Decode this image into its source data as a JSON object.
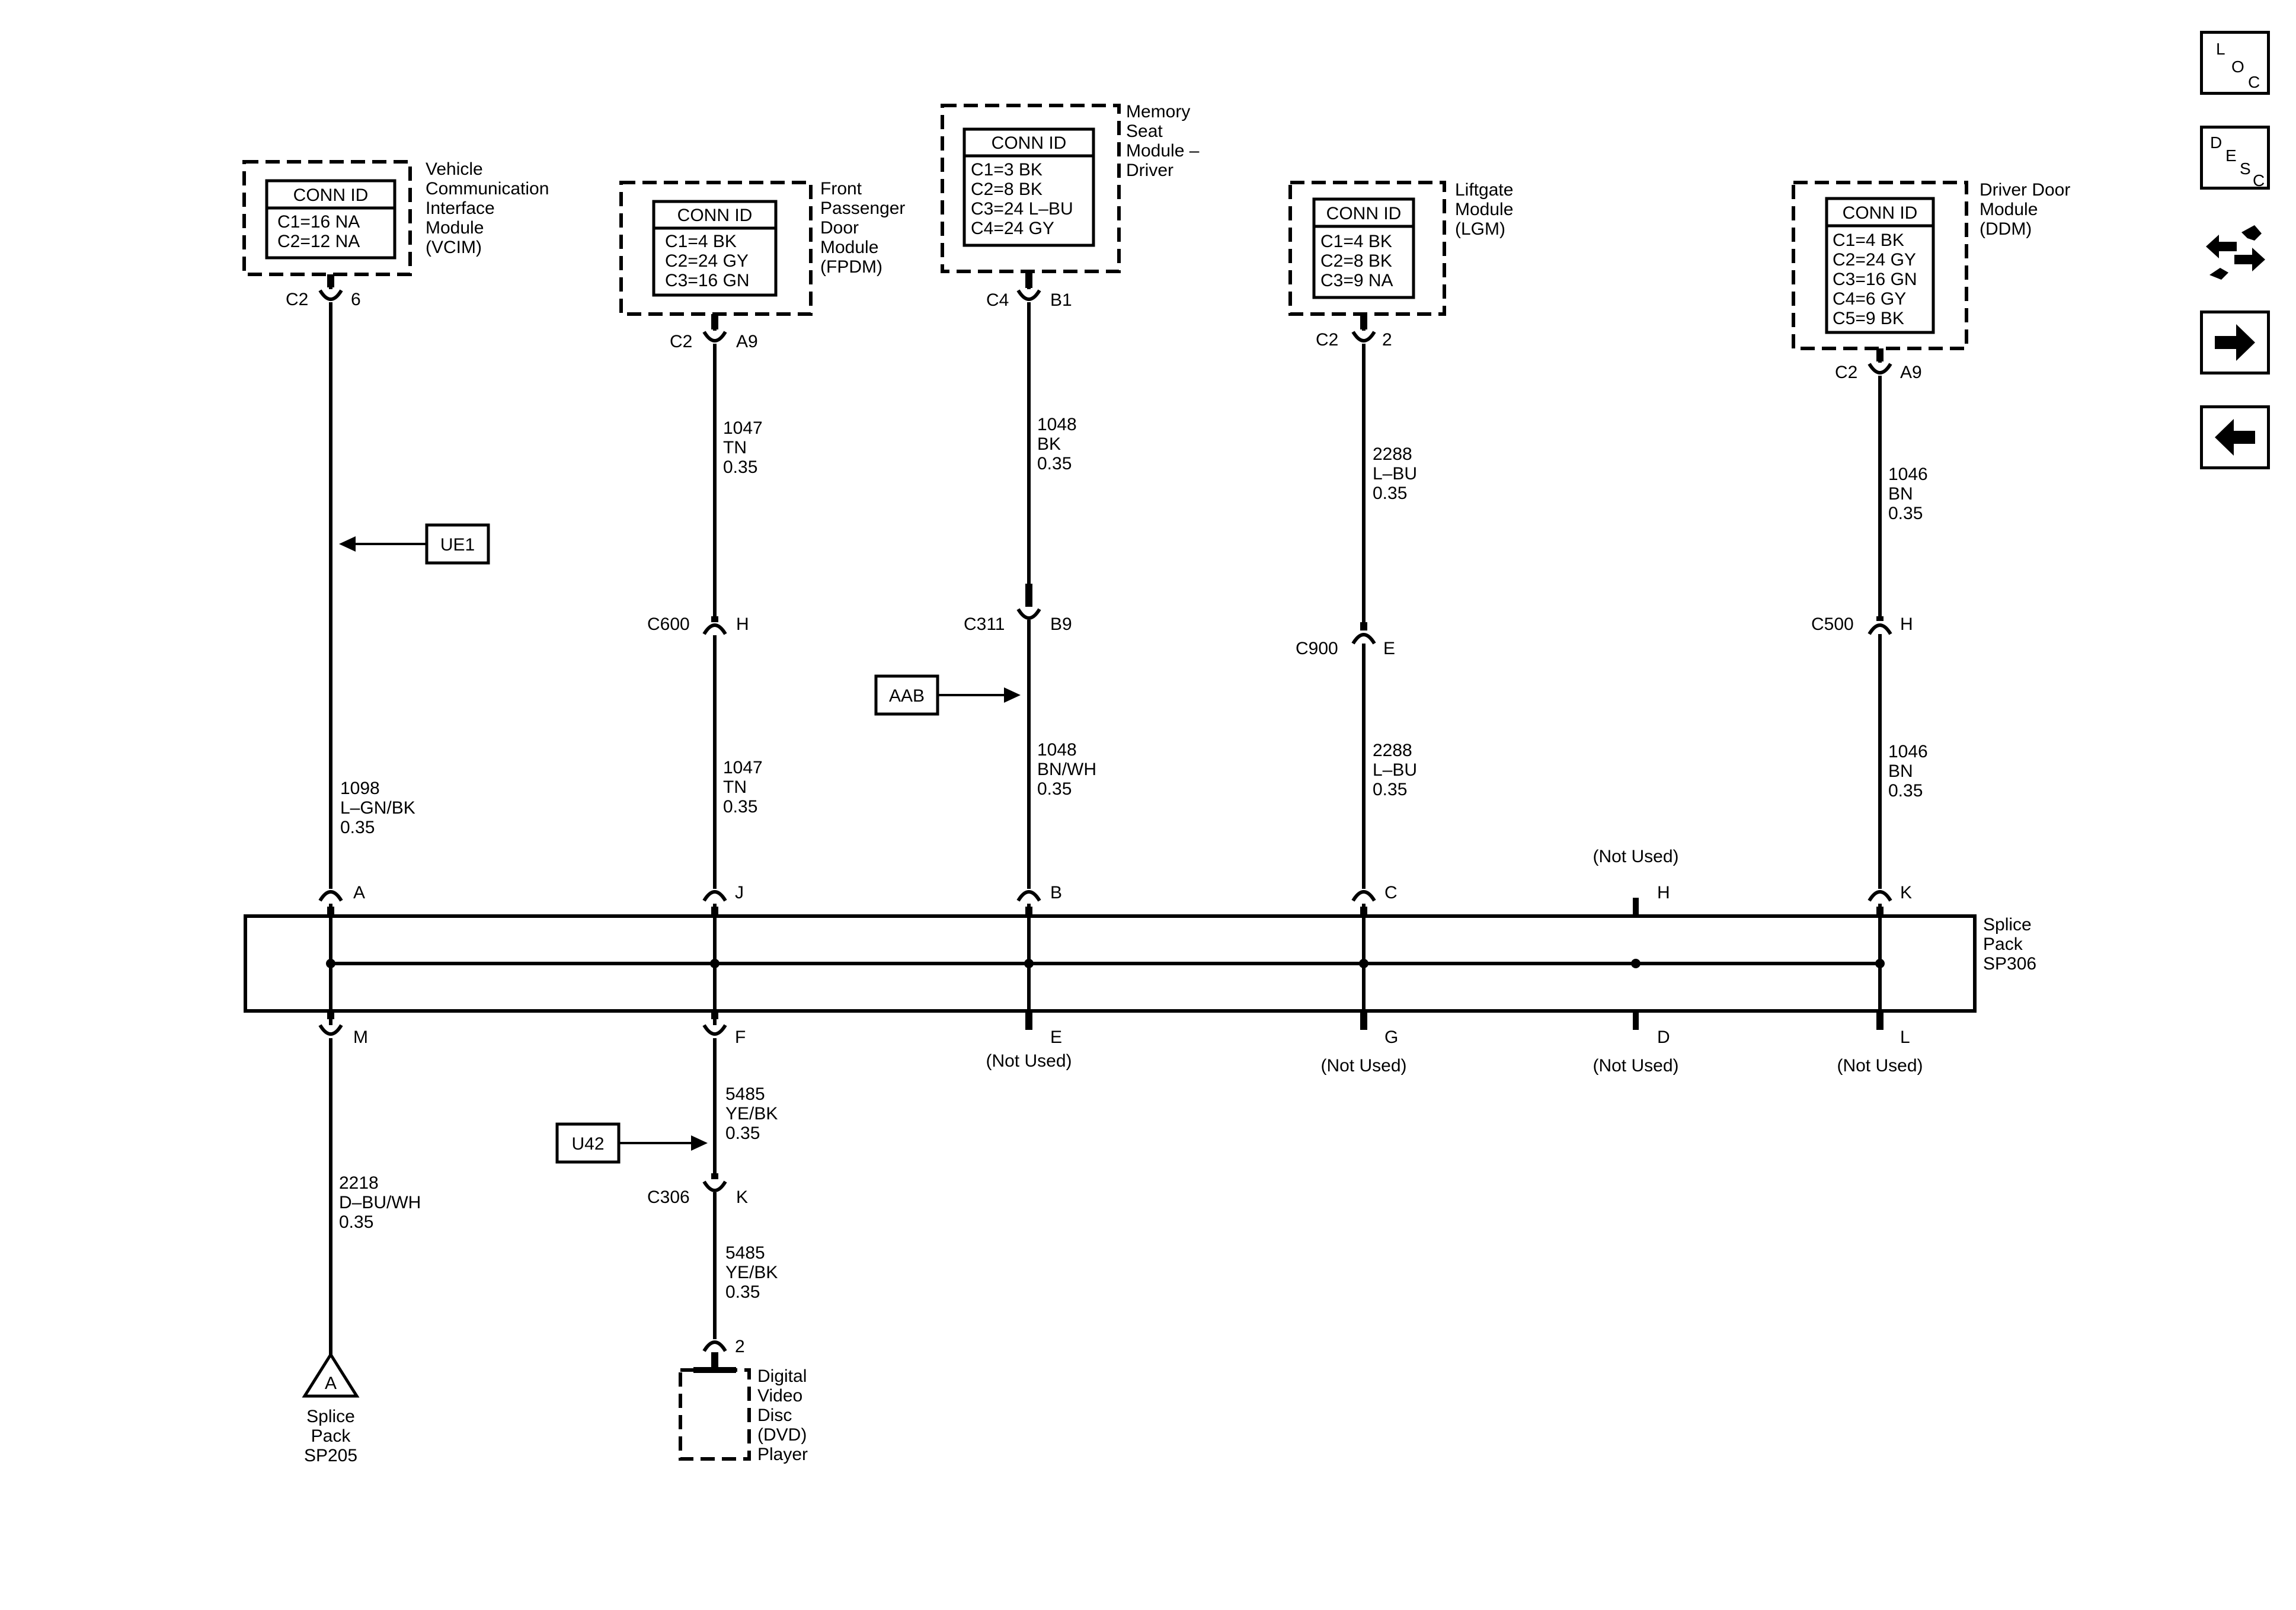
{
  "nav": {
    "loc_letters": [
      "L",
      "O",
      "C"
    ],
    "desc_letters": [
      "D",
      "E",
      "S",
      "C"
    ],
    "icons": [
      "loc-button",
      "desc-button",
      "tools-icon",
      "next-arrow-icon",
      "previous-arrow-icon"
    ]
  },
  "modules": {
    "vcim": {
      "conn_id_label": "CONN ID",
      "connectors": [
        "C1=16 NA",
        "C2=12 NA"
      ],
      "name_lines": [
        "Vehicle",
        "Communication",
        "Interface",
        "Module",
        "(VCIM)"
      ],
      "connector_label": "C2",
      "pin": "6"
    },
    "fpdm": {
      "conn_id_label": "CONN ID",
      "connectors": [
        "C1=4 BK",
        "C2=24 GY",
        "C3=16 GN"
      ],
      "name_lines": [
        "Front",
        "Passenger",
        "Door",
        "Module",
        "(FPDM)"
      ],
      "connector_label": "C2",
      "pin": "A9"
    },
    "msm": {
      "conn_id_label": "CONN ID",
      "connectors": [
        "C1=3 BK",
        "C2=8 BK",
        "C3=24 L–BU",
        "C4=24 GY"
      ],
      "name_lines": [
        "Memory",
        "Seat",
        "Module –",
        "Driver"
      ],
      "connector_label": "C4",
      "pin": "B1"
    },
    "lgm": {
      "conn_id_label": "CONN ID",
      "connectors": [
        "C1=4 BK",
        "C2=8 BK",
        "C3=9 NA"
      ],
      "name_lines": [
        "Liftgate",
        "Module",
        "(LGM)"
      ],
      "connector_label": "C2",
      "pin": "2"
    },
    "ddm": {
      "conn_id_label": "CONN ID",
      "connectors": [
        "C1=4 BK",
        "C2=24 GY",
        "C3=16 GN",
        "C4=6 GY",
        "C5=9 BK"
      ],
      "name_lines": [
        "Driver Door",
        "Module",
        "(DDM)"
      ],
      "connector_label": "C2",
      "pin": "A9"
    }
  },
  "wires": {
    "vcim_lower": [
      "1098",
      "L–GN/BK",
      "0.35"
    ],
    "fpdm_upper": [
      "1047",
      "TN",
      "0.35"
    ],
    "fpdm_lower": [
      "1047",
      "TN",
      "0.35"
    ],
    "msm_upper": [
      "1048",
      "BK",
      "0.35"
    ],
    "msm_lower": [
      "1048",
      "BN/WH",
      "0.35"
    ],
    "lgm_upper": [
      "2288",
      "L–BU",
      "0.35"
    ],
    "lgm_lower": [
      "2288",
      "L–BU",
      "0.35"
    ],
    "ddm_upper": [
      "1046",
      "BN",
      "0.35"
    ],
    "ddm_lower": [
      "1046",
      "BN",
      "0.35"
    ],
    "sp205_wire": [
      "2218",
      "D–BU/WH",
      "0.35"
    ],
    "dvd_upper": [
      "5485",
      "YE/BK",
      "0.35"
    ],
    "dvd_lower": [
      "5485",
      "YE/BK",
      "0.35"
    ]
  },
  "inline_connectors": {
    "c600": {
      "name": "C600",
      "pin": "H"
    },
    "c311": {
      "name": "C311",
      "pin": "B9"
    },
    "c900": {
      "name": "C900",
      "pin": "E"
    },
    "c500": {
      "name": "C500",
      "pin": "H"
    },
    "c306": {
      "name": "C306",
      "pin": "K"
    }
  },
  "references": {
    "ue1": "UE1",
    "aab": "AAB",
    "u42": "U42"
  },
  "splice_pack": {
    "name_lines": [
      "Splice",
      "Pack",
      "SP306"
    ],
    "top_pins": [
      "A",
      "J",
      "B",
      "C",
      "H",
      "K"
    ],
    "bottom_pins": [
      "M",
      "F",
      "E",
      "G",
      "D",
      "L"
    ],
    "not_used": "(Not Used)"
  },
  "splice_sp205": {
    "triangle_label": "A",
    "name_lines": [
      "Splice",
      "Pack",
      "SP205"
    ]
  },
  "dvd": {
    "pin": "2",
    "name_lines": [
      "Digital",
      "Video",
      "Disc",
      "(DVD)",
      "Player"
    ]
  }
}
